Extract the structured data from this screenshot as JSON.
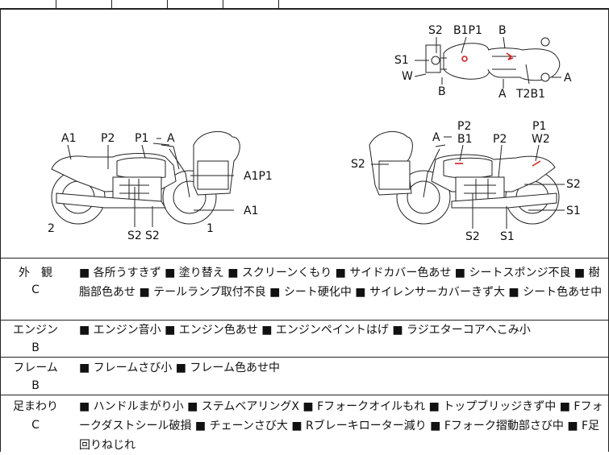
{
  "diagram_labels": {
    "top_view": {
      "s2": "S2",
      "b1p1": "B1P1",
      "b_top": "B",
      "s1": "S1",
      "w": "W",
      "b_bottom": "B",
      "a_bottom": "A",
      "t2b1": "T2B1",
      "a_right": "A"
    },
    "left_view": {
      "a1": "A1",
      "p2": "P2",
      "p1": "P1",
      "a": "A",
      "a1p1": "A1P1",
      "a1_lower": "A1",
      "two": "2",
      "one": "1",
      "s2_a": "S2",
      "s2_b": "S2"
    },
    "right_view": {
      "p2_top": "P2",
      "a": "A",
      "b1": "B1",
      "s2_left": "S2",
      "p2": "P2",
      "p1": "P1",
      "w2": "W2",
      "s2_right": "S2",
      "s1_right": "S1",
      "s2_bottom": "S2",
      "s1_bottom": "S1"
    }
  },
  "inspection_rows": [
    {
      "category": "外　観",
      "grade": "C",
      "text": "■ 各所うすきず ■ 塗り替え ■ スクリーンくもり ■ サイドカバー色あせ ■ シートスポンジ不良 ■ 樹脂部色あせ ■ テールランプ取付不良 ■ シート硬化中 ■ サイレンサーカバーきず大 ■ シート色あせ中"
    },
    {
      "category": "エンジン",
      "grade": "B",
      "text": "■ エンジン音小 ■ エンジン色あせ ■ エンジンペイントはげ ■ ラジエターコアへこみ小"
    },
    {
      "category": "フレーム",
      "grade": "B",
      "text": "■ フレームさび小 ■ フレーム色あせ中"
    },
    {
      "category": "足まわり",
      "grade": "C",
      "text": "■ ハンドルまがり小 ■ ステムベアリングX ■ Fフォークオイルもれ ■ トップブリッジきず中 ■ Fフォークダストシール破損 ■ チェーンさび大 ■ Rブレーキローター減り ■ Fフォーク摺動部さび中 ■ F足回りねじれ"
    }
  ],
  "colors": {
    "line": "#222222",
    "bike_fill": "#ffffff",
    "mark": "#d02020"
  }
}
